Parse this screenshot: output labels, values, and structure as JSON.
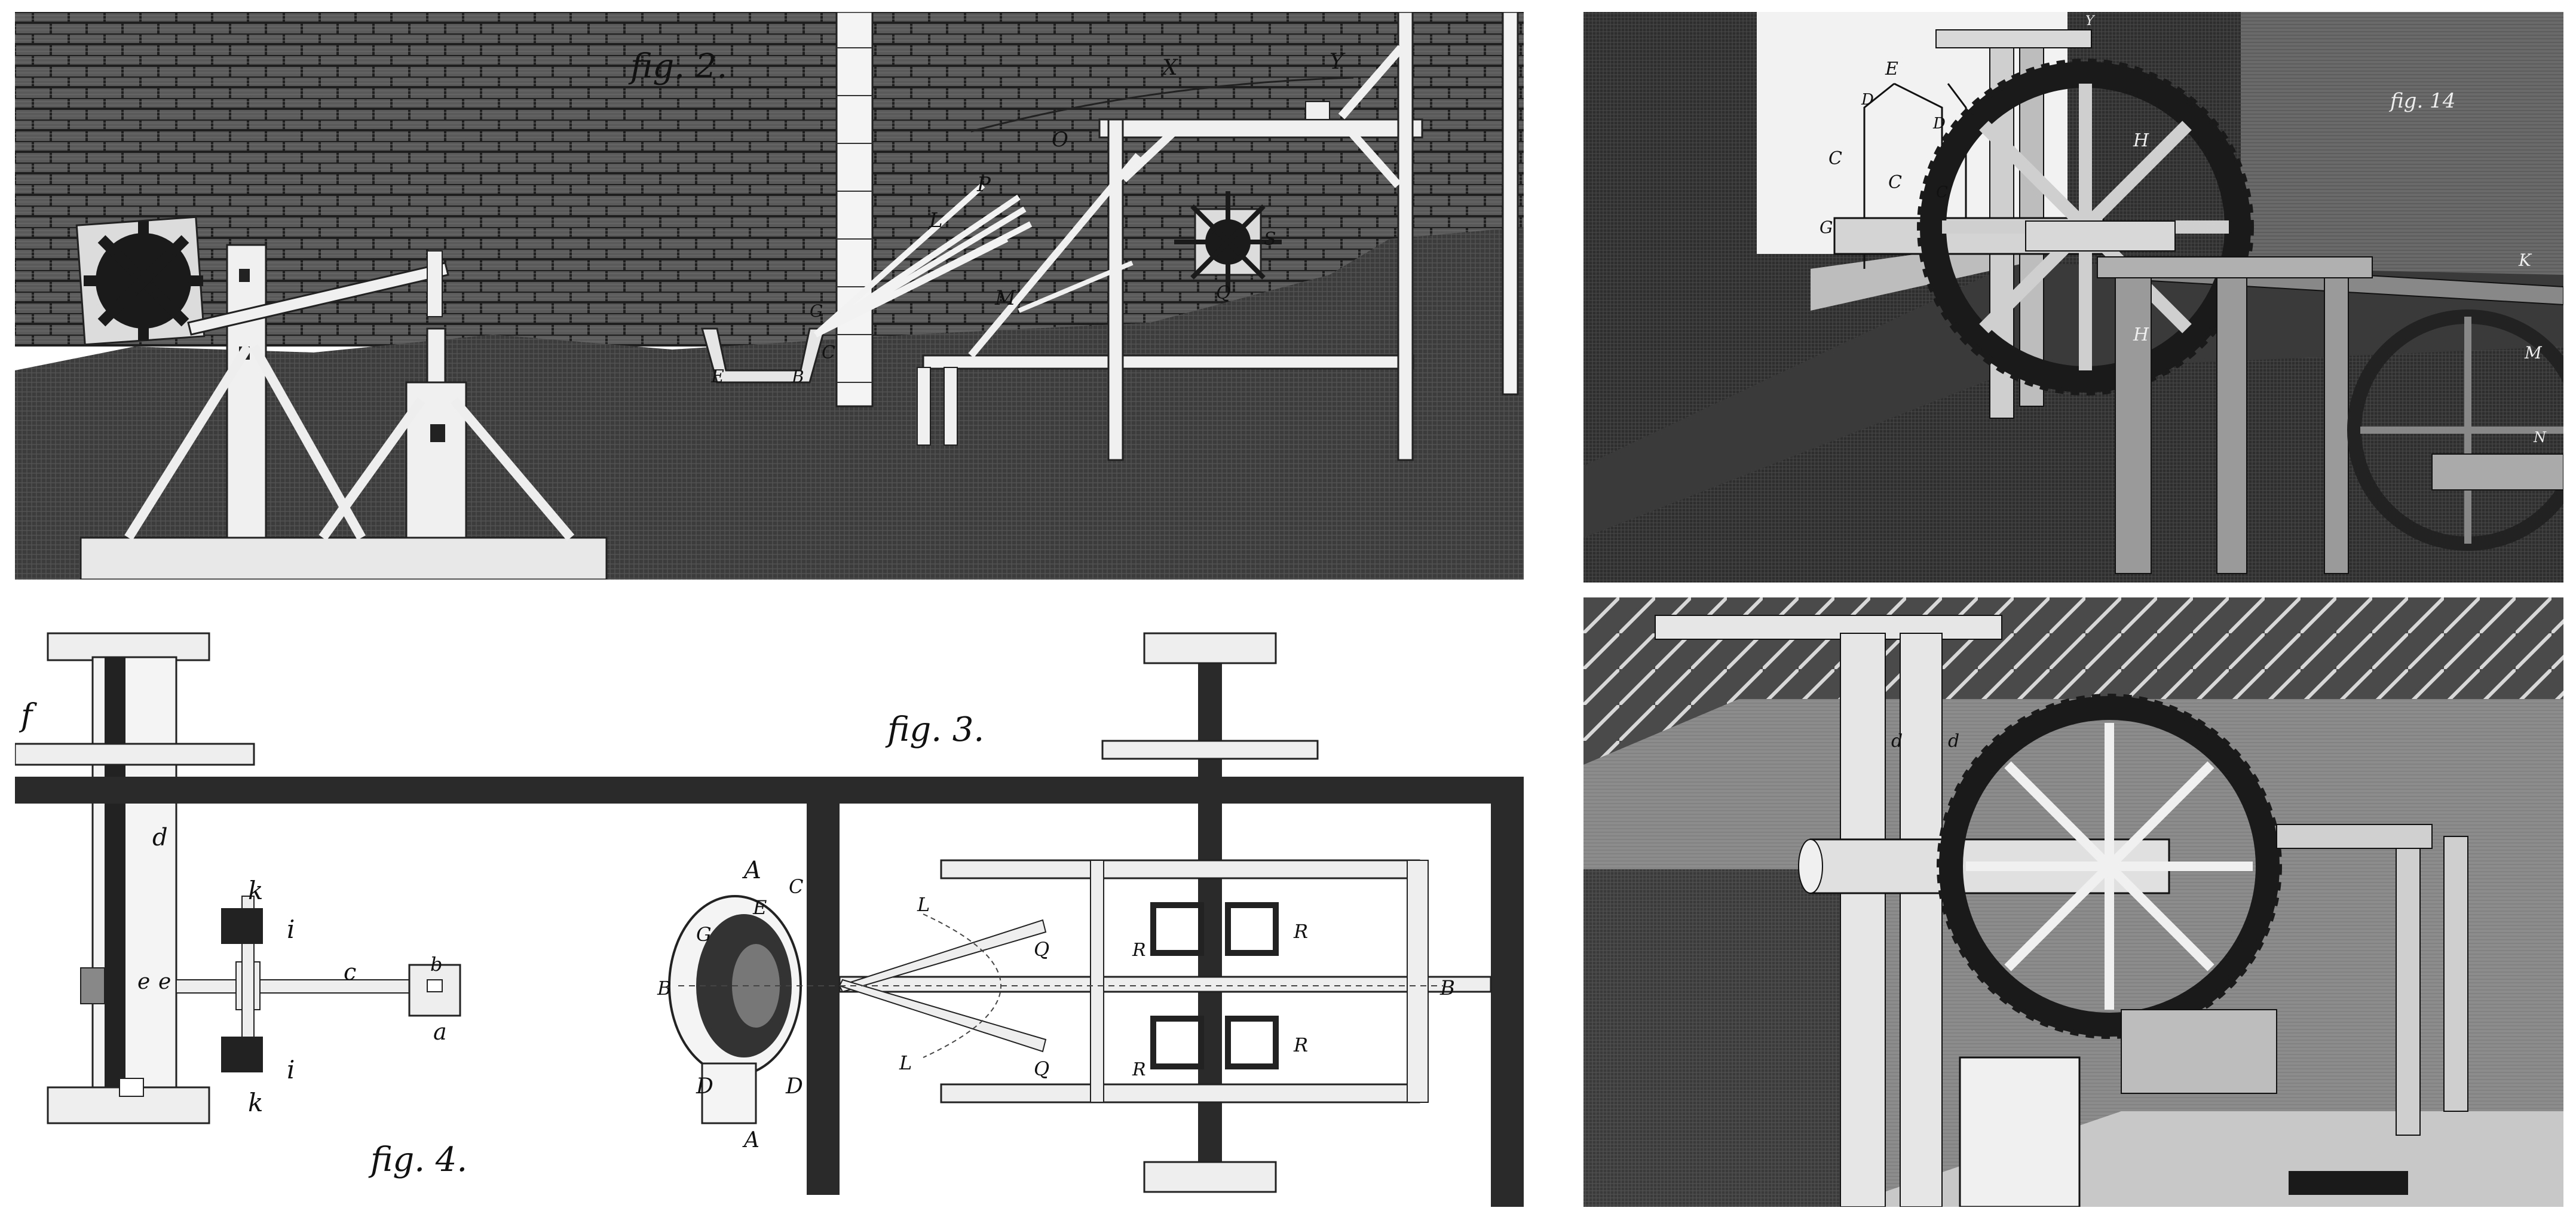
{
  "fig2": {
    "caption": "fig. 2.",
    "letters": {
      "X": "X",
      "Y": "Y",
      "O": "O",
      "P": "P",
      "L": "L",
      "M": "M",
      "S": "S",
      "Q": "Q",
      "C": "C",
      "E": "E",
      "B": "B",
      "G": "G"
    }
  },
  "fig3": {
    "caption": "fig. 3.",
    "letters": {
      "A_top": "A",
      "A_bottom": "A",
      "E": "E",
      "C": "C",
      "G": "G",
      "B_left": "B",
      "B_right": "B",
      "D_left": "D",
      "D_right": "D",
      "L_top": "L",
      "L_bottom": "L",
      "Q_top": "Q",
      "Q_bottom": "Q",
      "R1": "R",
      "R2": "R",
      "R3": "R",
      "R4": "R"
    }
  },
  "fig4": {
    "caption": "fig. 4.",
    "letters": {
      "f": "f",
      "d": "d",
      "k_top": "k",
      "k_bottom": "k",
      "i_top": "i",
      "i_bottom": "i",
      "e1": "e",
      "e2": "e",
      "c": "c",
      "b": "b",
      "a": "a"
    }
  },
  "photo_top": {
    "caption": "fig. 14",
    "letters": {
      "E": "E",
      "D1": "D",
      "D2": "D",
      "C1": "C",
      "C2": "C",
      "C3": "C",
      "G": "G",
      "H1": "H",
      "H2": "H",
      "K": "K",
      "M": "M",
      "N": "N",
      "Y": "Y"
    }
  },
  "photo_bottom": {
    "letters": {
      "d1": "d",
      "d2": "d"
    }
  }
}
